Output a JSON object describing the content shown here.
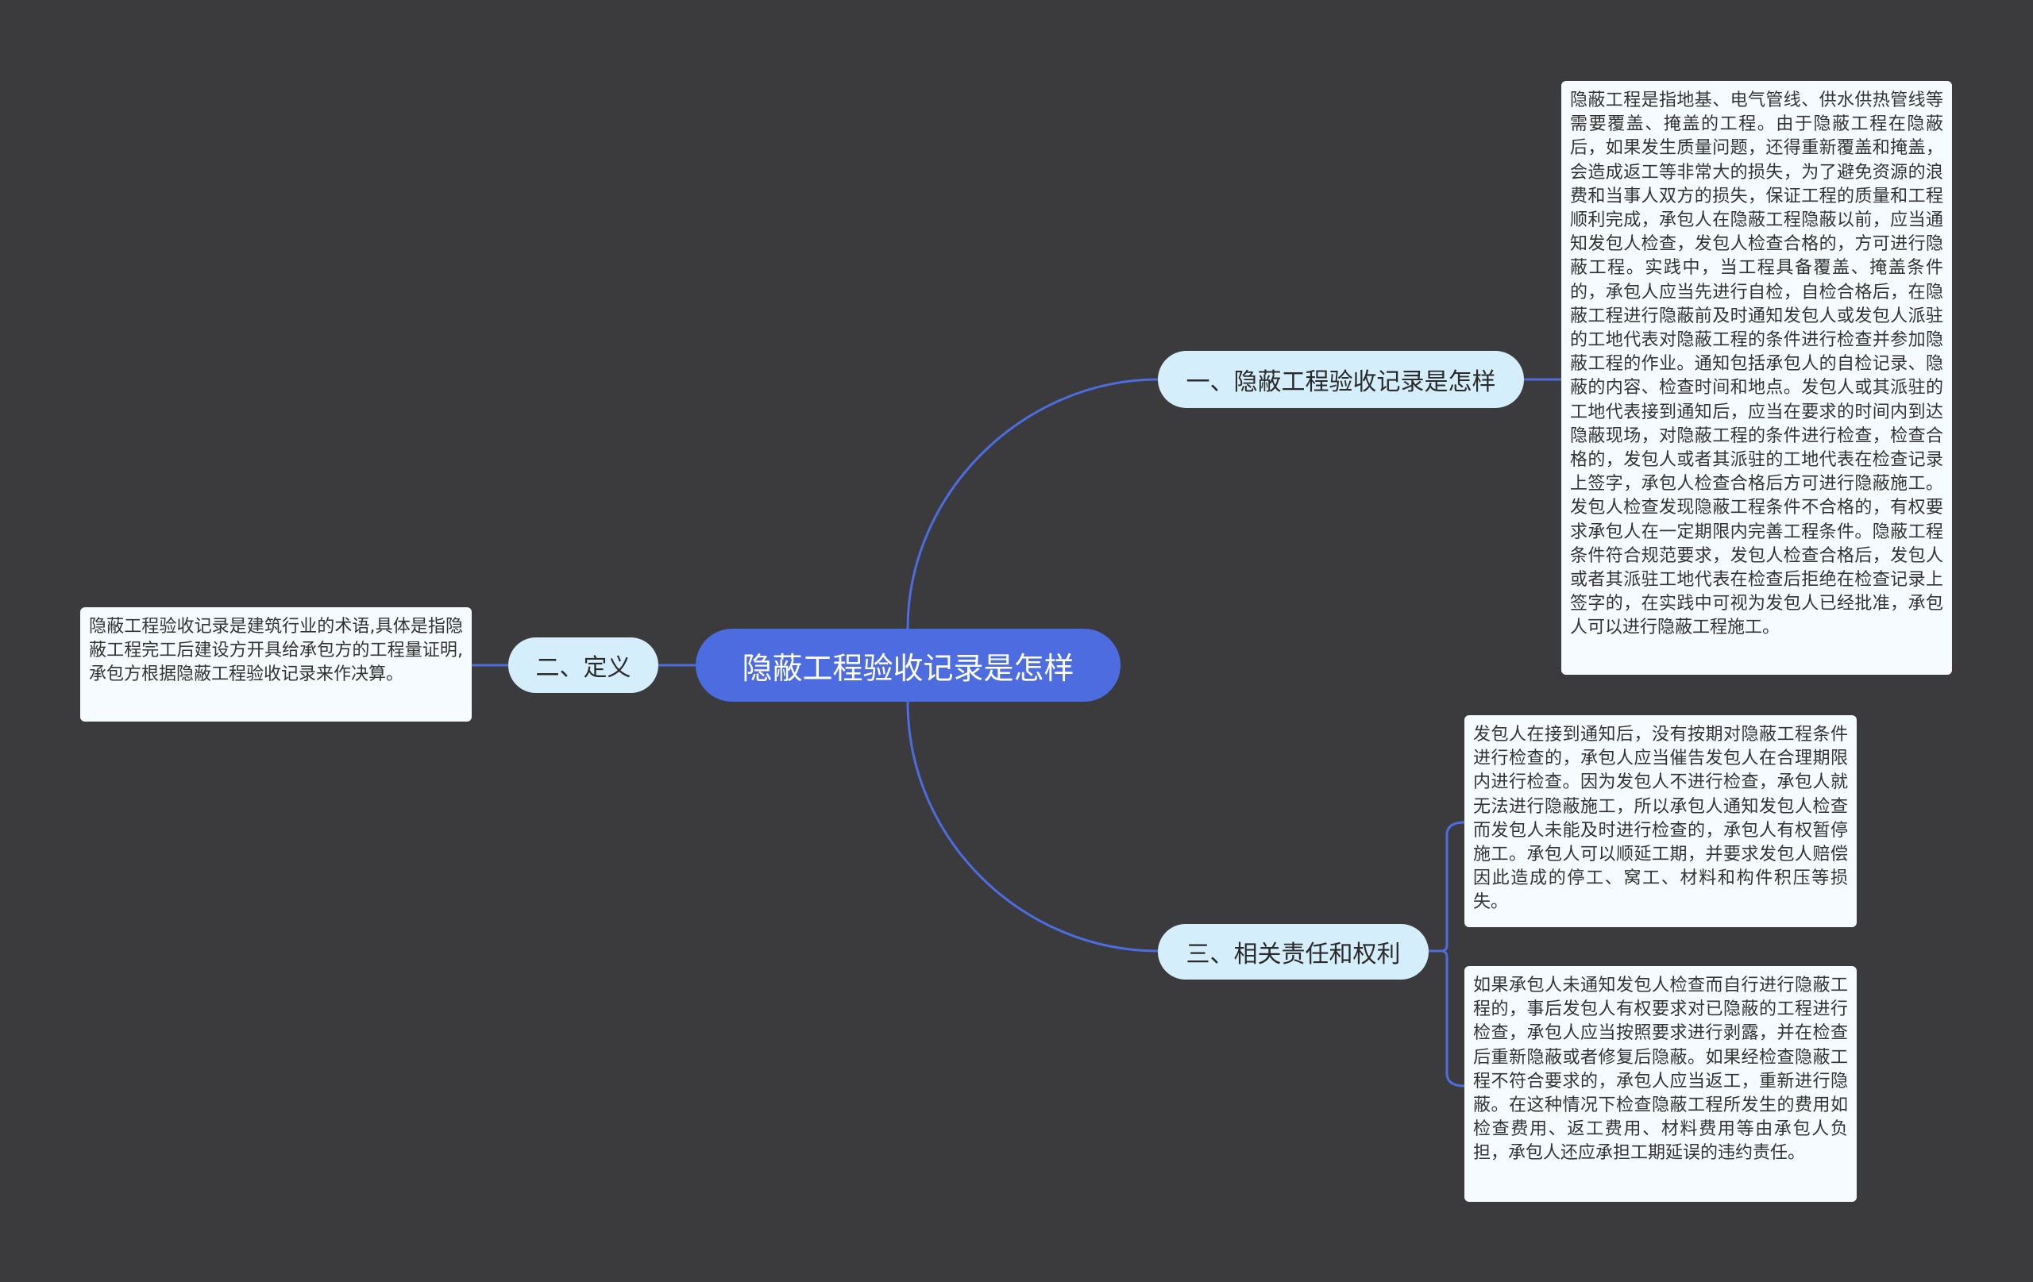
{
  "mindmap": {
    "root": {
      "label": "隐蔽工程验收记录是怎样"
    },
    "branches": [
      {
        "label": "一、隐蔽工程验收记录是怎样",
        "notes": [
          "隐蔽工程是指地基、电气管线、供水供热管线等需要覆盖、掩盖的工程。由于隐蔽工程在隐蔽后，如果发生质量问题，还得重新覆盖和掩盖，会造成返工等非常大的损失，为了避免资源的浪费和当事人双方的损失，保证工程的质量和工程顺利完成，承包人在隐蔽工程隐蔽以前，应当通知发包人检查，发包人检查合格的，方可进行隐蔽工程。实践中，当工程具备覆盖、掩盖条件的，承包人应当先进行自检，自检合格后，在隐蔽工程进行隐蔽前及时通知发包人或发包人派驻的工地代表对隐蔽工程的条件进行检查并参加隐蔽工程的作业。通知包括承包人的自检记录、隐蔽的内容、检查时间和地点。发包人或其派驻的工地代表接到通知后，应当在要求的时间内到达隐蔽现场，对隐蔽工程的条件进行检查，检查合格的，发包人或者其派驻的工地代表在检查记录上签字，承包人检查合格后方可进行隐蔽施工。发包人检查发现隐蔽工程条件不合格的，有权要求承包人在一定期限内完善工程条件。隐蔽工程条件符合规范要求，发包人检查合格后，发包人或者其派驻工地代表在检查后拒绝在检查记录上签字的，在实践中可视为发包人已经批准，承包人可以进行隐蔽工程施工。"
        ]
      },
      {
        "label": "二、定义",
        "notes": [
          "隐蔽工程验收记录是建筑行业的术语,具体是指隐蔽工程完工后建设方开具给承包方的工程量证明,承包方根据隐蔽工程验收记录来作决算。"
        ]
      },
      {
        "label": "三、相关责任和权利",
        "notes": [
          "发包人在接到通知后，没有按期对隐蔽工程条件进行检查的，承包人应当催告发包人在合理期限内进行检查。因为发包人不进行检查，承包人就无法进行隐蔽施工，所以承包人通知发包人检查而发包人未能及时进行检查的，承包人有权暂停施工。承包人可以顺延工期，并要求发包人赔偿因此造成的停工、窝工、材料和构件积压等损失。",
          "如果承包人未通知发包人检查而自行进行隐蔽工程的，事后发包人有权要求对已隐蔽的工程进行检查，承包人应当按照要求进行剥露，并在检查后重新隐蔽或者修复后隐蔽。如果经检查隐蔽工程不符合要求的，承包人应当返工，重新进行隐蔽。在这种情况下检查隐蔽工程所发生的费用如检查费用、返工费用、材料费用等由承包人负担，承包人还应承担工期延误的违约责任。"
        ]
      }
    ]
  },
  "colors": {
    "background": "#3b3b3d",
    "root_fill": "#4c6ce0",
    "branch_fill": "#d5eefb",
    "leaf_fill": "#f5fbff",
    "link_stroke": "#4c6ce0"
  }
}
